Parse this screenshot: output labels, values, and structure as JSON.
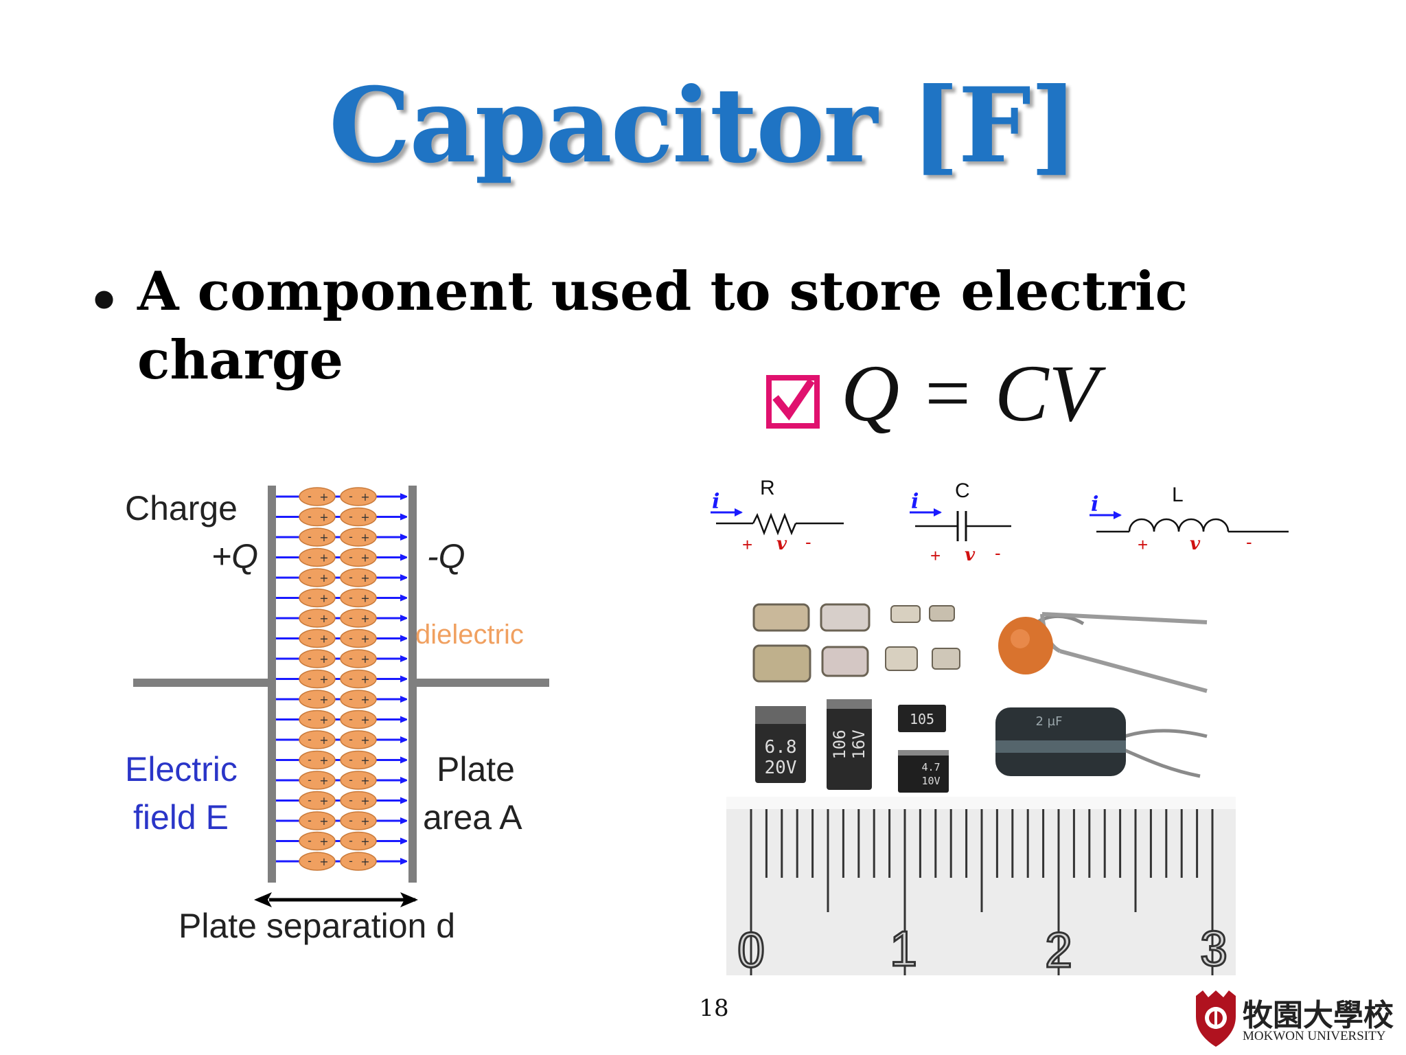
{
  "slide": {
    "title": "Capacitor [F]",
    "bullet": "A component used to store electric charge",
    "formula": "Q = CV",
    "page_number": "18"
  },
  "diagram": {
    "charge_label": "Charge",
    "plus_q": "+Q",
    "minus_q": "-Q",
    "dielectric": "dielectric",
    "field_line1": "Electric",
    "field_line2": "field E",
    "plate_line1": "Plate",
    "plate_line2": "area A",
    "separation": "Plate separation d"
  },
  "circuits": {
    "r_label": "R",
    "c_label": "C",
    "l_label": "L",
    "current": "i",
    "plus": "+",
    "voltage": "v",
    "minus": "-"
  },
  "photo": {
    "ruler_labels": [
      "0",
      "1",
      "2",
      "3"
    ],
    "part_marks": [
      "6.8",
      "20V",
      "106",
      "16V",
      "105",
      "4.7",
      "10V",
      "2 µF"
    ]
  },
  "logo": {
    "name_cn": "牧園大學校",
    "name_en": "MOKWON UNIVERSITY"
  },
  "colors": {
    "title": "#1f74c4",
    "checkbox": "#e0116e",
    "field_arrows": "#1a1aff",
    "dielectric": "#f0a060",
    "plates": "#7f7f7f"
  }
}
